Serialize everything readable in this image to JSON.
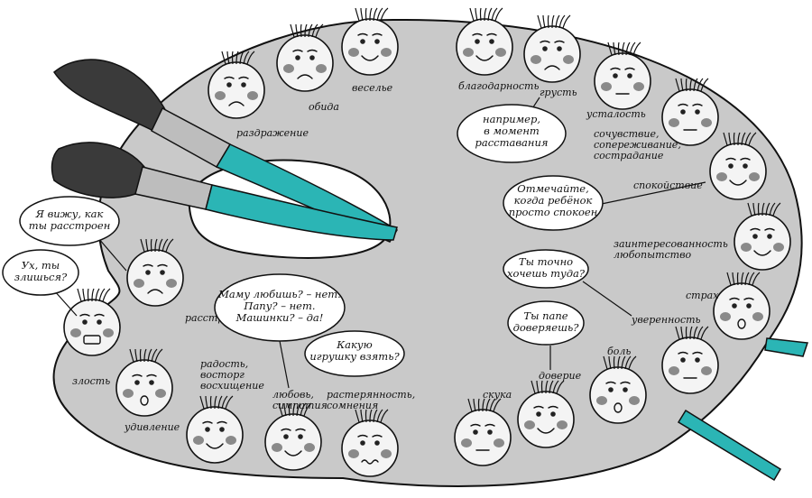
{
  "colors": {
    "palette": "#c9c9c9",
    "brush_handle": "#2bb5b5",
    "face": "#f4f4f4",
    "cheek": "#8a8a8a"
  },
  "labels": {
    "irritation": "раздражение",
    "offense": "обида",
    "joy": "веселье",
    "gratitude": "благодарность",
    "sadness": "грусть",
    "tiredness": "усталость",
    "sympathy": "сочувствие,\nсопереживание,\nсострадание",
    "calm": "спокойствие",
    "interest": "заинтересованность\nлюбопытство",
    "fear": "страх",
    "confidence": "уверенность",
    "pain": "боль",
    "trust": "доверие",
    "boredom": "скука",
    "confusion": "растерянность,\nсомнения",
    "love": "любовь,\nсимпатия",
    "delight": "радость,\nвосторг\nвосхищение",
    "surprise": "удивление",
    "anger": "злость",
    "upset": "расстройство"
  },
  "bubbles": {
    "parting": "например,\nв момент\nрасставания",
    "notice_calm": "Отмечайте,\nкогда ребёнок\nпросто спокоен",
    "sure_there": "Ты точно\nхочешь туда?",
    "trust_dad": "Ты папе\nдоверяешь?",
    "which_toy": "Какую\nигрушку взять?",
    "mom_dad": "Маму любишь? – нет.\nПапу? – нет.\nМашинки? – да!",
    "see_upset": "Я вижу, как\nты расстроен",
    "angry_q": "Ух, ты\nзлишься?"
  }
}
